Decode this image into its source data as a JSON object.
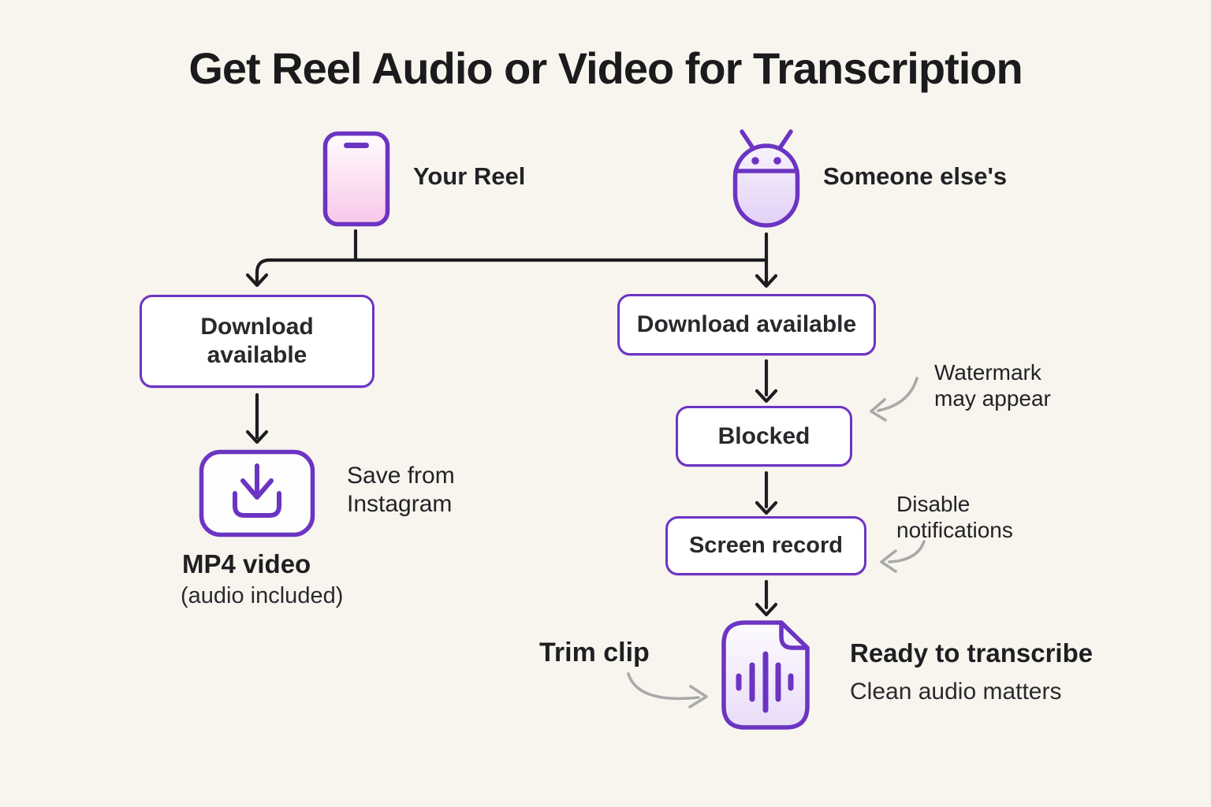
{
  "title": "Get Reel Audio or Video for Transcription",
  "sources": {
    "your_reel": {
      "label": "Your Reel",
      "icon": "phone-icon"
    },
    "someone_elses": {
      "label": "Someone else's",
      "icon": "android-icon"
    }
  },
  "left_branch": {
    "download_box": "Download available",
    "save_note": "Save from Instagram",
    "download_icon": "download-tray-icon",
    "result_title": "MP4 video",
    "result_subtitle": "(audio included)"
  },
  "right_branch": {
    "download_box": "Download available",
    "blocked_box": "Blocked",
    "screen_record_box": "Screen record",
    "watermark_note": "Watermark may appear",
    "notifications_note": "Disable notifications",
    "trim_note": "Trim clip",
    "result_icon": "audio-waveform-document-icon",
    "result_title": "Ready to transcribe",
    "result_subtitle": "Clean audio matters"
  },
  "colors": {
    "background": "#f8f5ef",
    "accent_purple": "#6c34c2",
    "phone_pink": "#f8c7e9",
    "lavender": "#e3d2f6",
    "line_black": "#1d1d1f",
    "arrow_gray": "#a9a9a9",
    "text": "#1d1d1f"
  }
}
